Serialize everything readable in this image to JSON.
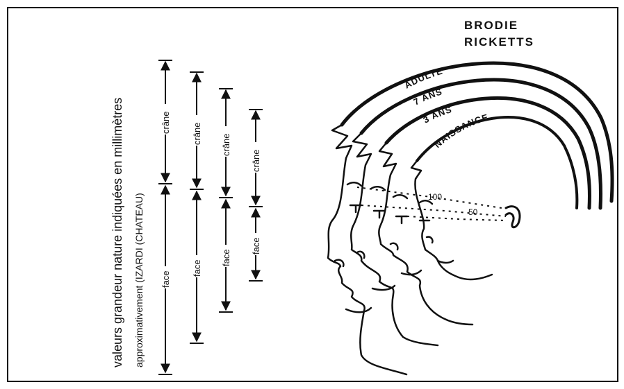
{
  "title": {
    "line1": "BRODIE",
    "line2": "RICKETTS"
  },
  "side_text": {
    "line1": "valeurs grandeur nature indiquées en millimètres",
    "line2": "approximativement  (IZARDI (CHATEAU)"
  },
  "arc_labels": {
    "adulte": "ADULTE",
    "sept_ans": "7 ANS",
    "trois_ans": "3 ANS",
    "naissance": "NAISSANCE"
  },
  "distance_labels": {
    "hundred": "100",
    "fifty": "50"
  },
  "scale_bars": [
    {
      "crane_label": "crâne",
      "face_label": "face"
    },
    {
      "crane_label": "crâne",
      "face_label": "face"
    },
    {
      "crane_label": "crâne",
      "face_label": "face"
    },
    {
      "crane_label": "crâne",
      "face_label": "face"
    }
  ],
  "colors": {
    "ink": "#111111",
    "background": "#ffffff"
  }
}
